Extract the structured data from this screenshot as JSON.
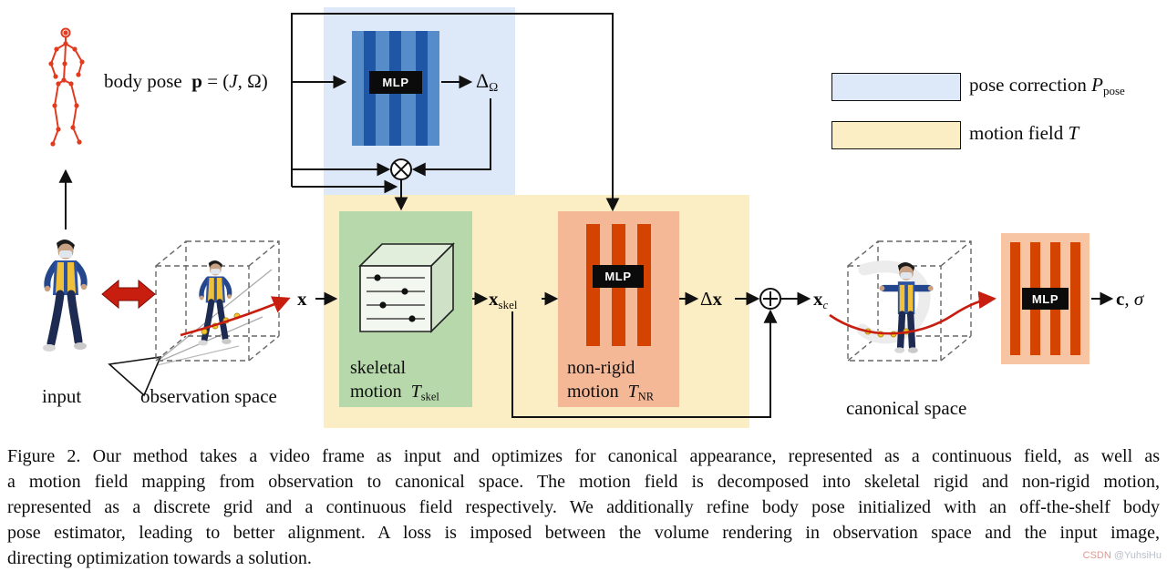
{
  "figure": {
    "mlp": "MLP",
    "pose": {
      "label": "body pose",
      "p": "p",
      "eq": " = (",
      "J": "J",
      "comma": ", ",
      "Omega": "Ω",
      "close": ")"
    },
    "delta_omega": {
      "base": "Δ",
      "sub": "Ω"
    },
    "x": "x",
    "x_skel": {
      "base": "x",
      "sub": "skel"
    },
    "delta_x": {
      "delta": "Δ",
      "x": "x"
    },
    "x_c": {
      "base": "x",
      "sub": "c"
    },
    "c_sigma": {
      "c": "c",
      "rest": ", σ"
    },
    "input_label": "input",
    "observation_label": "observation space",
    "canonical_label": "canonical space",
    "skeletal": {
      "line1": "skeletal",
      "line2": "motion",
      "T": "T",
      "sub": "skel"
    },
    "nonrigid": {
      "line1": "non-rigid",
      "line2": "motion",
      "T": "T",
      "sub": "NR"
    }
  },
  "legend": {
    "pose_correction": {
      "label": "pose correction ",
      "symbol": "P",
      "sub": "pose"
    },
    "motion_field": {
      "label": "motion field ",
      "symbol": "T"
    }
  },
  "colors": {
    "pose_correction_bg": "#dde9f8",
    "motion_field_bg": "#fceec4",
    "skeletal_panel": "#b6d8ab",
    "nonrigid_panel": "#f5b897",
    "canonical_mlp_panel": "#f7c5a4",
    "pose_mlp_block": "#568cca",
    "pose_mlp_bar": "#1f56a6",
    "orange_bar": "#d54300",
    "red_accent": "#c81e10",
    "skeleton_red": "#e23a1e"
  },
  "caption": {
    "lines": [
      "Figure 2. Our method takes a video frame as input and optimizes for canonical appearance, represented as a continuous field, as well as",
      "a motion field mapping from observation to canonical space. The motion field is decomposed into skeletal rigid and non-rigid motion,",
      "represented as a discrete grid and a continuous field respectively. We additionally refine body pose initialized with an off-the-shelf body",
      "pose estimator, leading to better alignment. A loss is imposed between the volume rendering in observation space and the input image,",
      "directing optimization towards a solution."
    ]
  },
  "watermark": {
    "brand": "CSDN ",
    "user": "@YuhsiHu"
  }
}
